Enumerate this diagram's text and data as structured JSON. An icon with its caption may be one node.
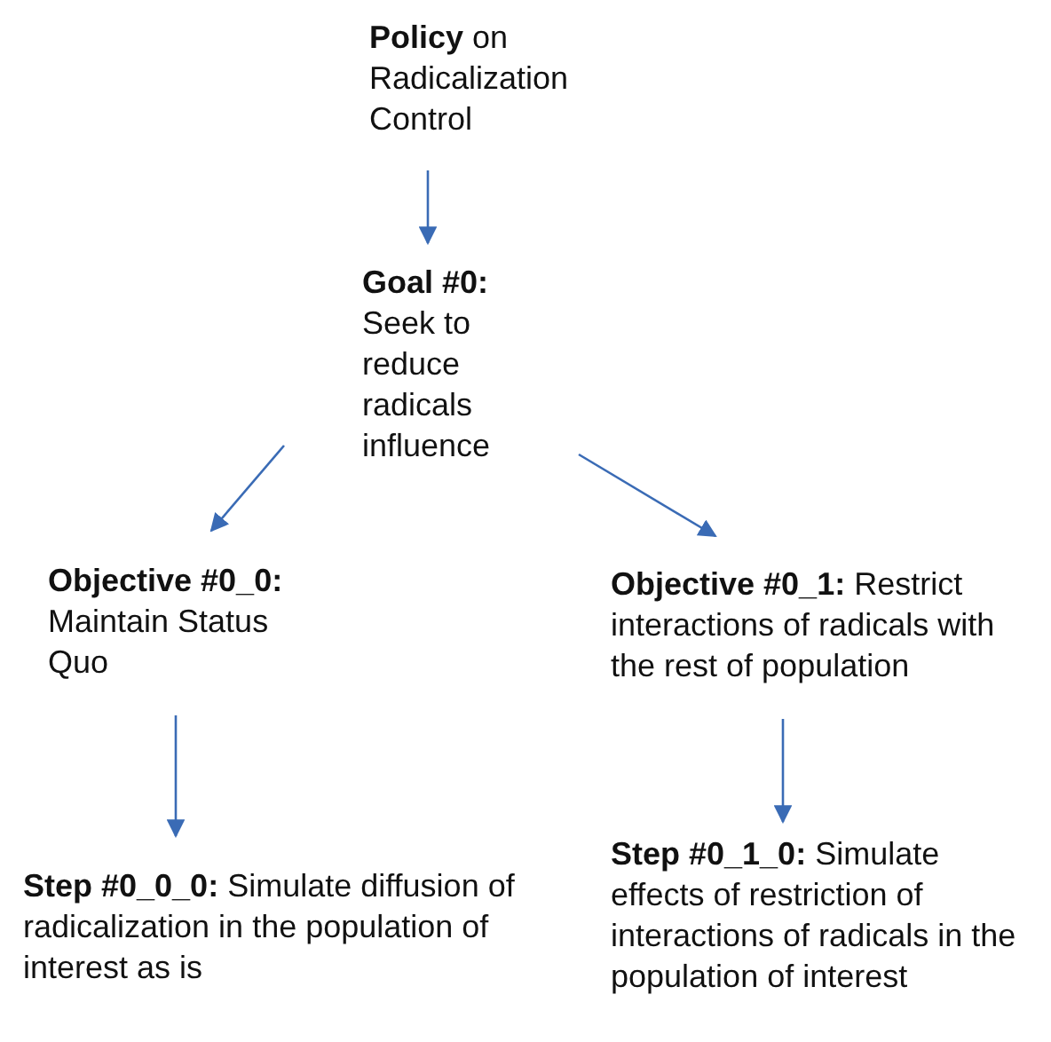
{
  "diagram": {
    "nodes": [
      {
        "text": [
          "**Policy** on Radicalization Control"
        ]
      },
      {
        "text": [
          "**Goal #0:** Seek to reduce radicals influence"
        ]
      },
      {
        "text": [
          "**Objective #0_0:** Maintain Status Quo"
        ]
      },
      {
        "text": [
          "**Objective #0_1:** Restrict interactions of radicals with the rest of population"
        ]
      },
      {
        "text": [
          "**Step #0_0_0:** Simulate diffusion of radicalization in the population of interest as is"
        ]
      },
      {
        "text": [
          "**Step #0_1_0:** Simulate effects of restriction of interactions of radicals in the population of interest"
        ]
      }
    ],
    "edges": [
      {
        "from": 0,
        "to": 1,
        "arrow": "to"
      },
      {
        "from": 1,
        "to": 2,
        "arrow": "to"
      },
      {
        "from": 1,
        "to": 3,
        "arrow": "to"
      },
      {
        "from": 2,
        "to": 4,
        "arrow": "to"
      },
      {
        "from": 3,
        "to": 5,
        "arrow": "to"
      }
    ]
  }
}
